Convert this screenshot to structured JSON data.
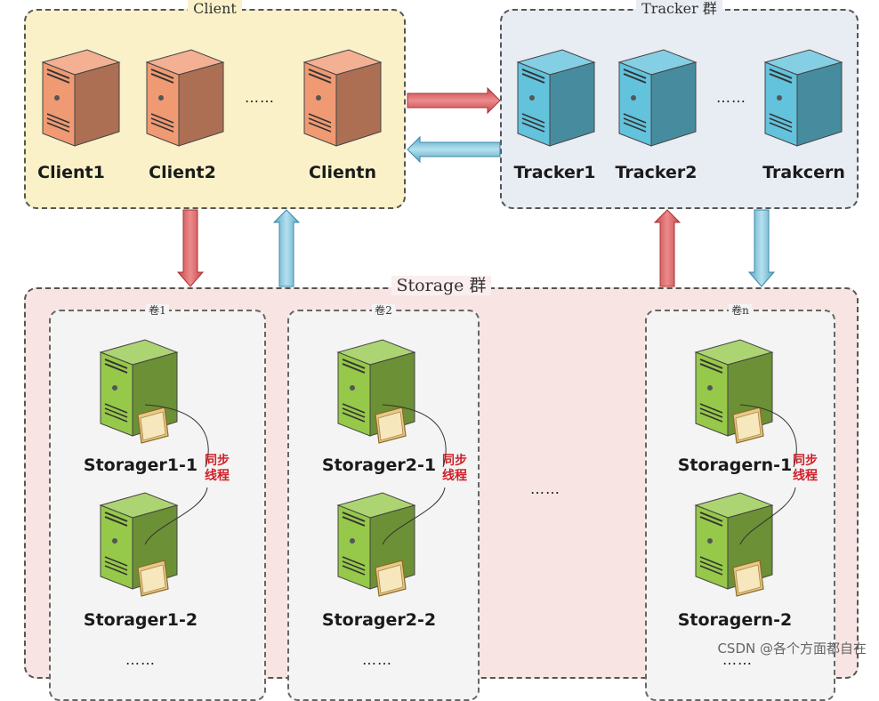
{
  "client_group": {
    "title": "Client",
    "nodes": [
      "Client1",
      "Client2",
      "Clientn"
    ],
    "ellipsis": "……"
  },
  "tracker_group": {
    "title": "Tracker 群",
    "nodes": [
      "Tracker1",
      "Tracker2",
      "Trakcern"
    ],
    "ellipsis": "……"
  },
  "storage_group": {
    "title": "Storage 群",
    "ellipsis": "……",
    "volumes": [
      {
        "title": "卷1",
        "nodes": [
          "Storager1-1",
          "Storager1-2"
        ],
        "sync_label": "同步线程",
        "more": "……"
      },
      {
        "title": "卷2",
        "nodes": [
          "Storager2-1",
          "Storager2-2"
        ],
        "sync_label": "同步线程",
        "more": "……"
      },
      {
        "title": "卷n",
        "nodes": [
          "Storagern-1",
          "Storagern-2"
        ],
        "sync_label": "同步线程",
        "more": "……"
      }
    ]
  },
  "watermark": "CSDN @各个方面都自在",
  "colors": {
    "client_server": "#ef9a73",
    "tracker_server": "#63c2dc",
    "storage_server": "#96c84a",
    "arrow_red": "#e0696a",
    "arrow_blue": "#7ec3dd"
  }
}
